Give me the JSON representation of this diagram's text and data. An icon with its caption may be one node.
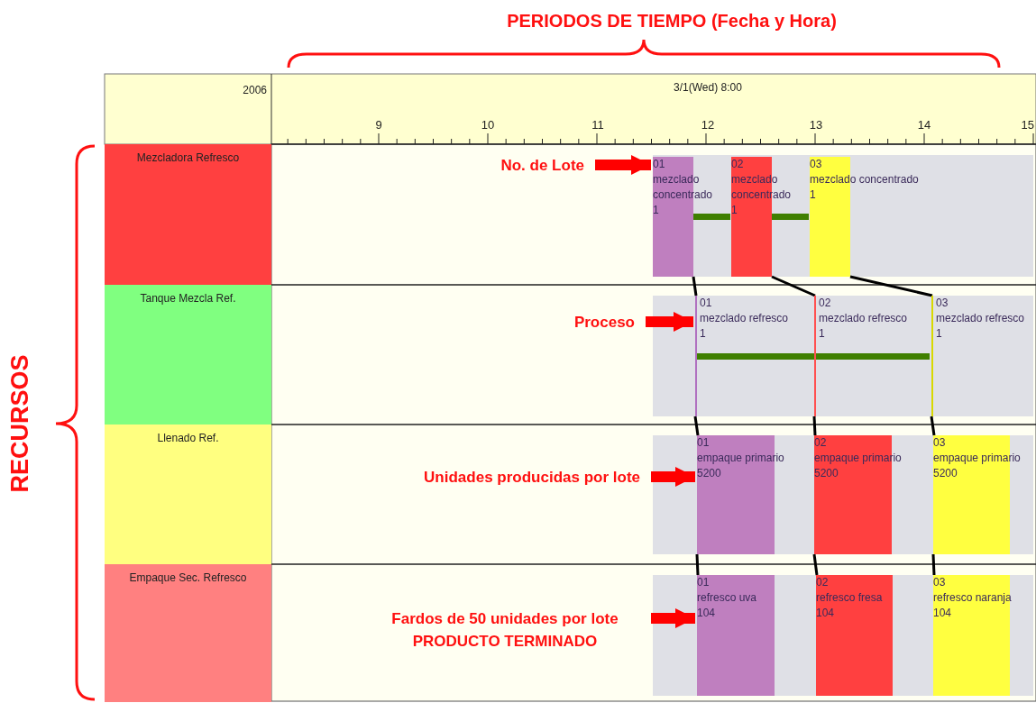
{
  "diagram": {
    "nodes": [
      {
        "text": [
          "Mezcladora Refresco"
        ]
      },
      {
        "text": [
          "Tanque Mezcla Ref."
        ]
      },
      {
        "text": [
          "Llenado Ref."
        ]
      },
      {
        "text": [
          "Empaque Sec. Refresco"
        ]
      },
      {
        "text": [
          "01",
          "mezclado concentrado",
          "1"
        ]
      },
      {
        "text": [
          "02",
          "mezclado concentrado",
          "1"
        ]
      },
      {
        "text": [
          "03",
          "mezclado concentrado",
          "1"
        ]
      },
      {
        "text": [
          "01",
          "mezclado refresco",
          "1"
        ]
      },
      {
        "text": [
          "02",
          "mezclado refresco",
          "1"
        ]
      },
      {
        "text": [
          "03",
          "mezclado refresco",
          "1"
        ]
      },
      {
        "text": [
          "01",
          "empaque primario",
          "5200"
        ]
      },
      {
        "text": [
          "02",
          "empaque primario",
          "5200"
        ]
      },
      {
        "text": [
          "03",
          "empaque primario",
          "5200"
        ]
      },
      {
        "text": [
          "01",
          "refresco uva",
          "104"
        ]
      },
      {
        "text": [
          "02",
          "refresco fresa",
          "104"
        ]
      },
      {
        "text": [
          "03",
          "refresco naranja",
          "104"
        ]
      },
      {
        "text": [
          "No. de Lote"
        ]
      },
      {
        "text": [
          "Proceso"
        ]
      },
      {
        "text": [
          "Unidades producidas por lote"
        ]
      },
      {
        "text": [
          "Fardos de 50 unidades por lote",
          "PRODUCTO TERMINADO"
        ]
      }
    ],
    "edges": [
      {
        "from": 16,
        "to": 4,
        "arrow": "to",
        "style": "thick",
        "color": "#ff0000"
      },
      {
        "from": 17,
        "to": 7,
        "arrow": "to",
        "style": "thick",
        "color": "#ff0000"
      },
      {
        "from": 18,
        "to": 10,
        "arrow": "to",
        "style": "thick",
        "color": "#ff0000"
      },
      {
        "from": 19,
        "to": 13,
        "arrow": "to",
        "style": "thick",
        "color": "#ff0000"
      },
      {
        "from": 4,
        "to": 7,
        "arrow": "none"
      },
      {
        "from": 5,
        "to": 8,
        "arrow": "none"
      },
      {
        "from": 6,
        "to": 9,
        "arrow": "none"
      },
      {
        "from": 7,
        "to": 10,
        "arrow": "none"
      },
      {
        "from": 8,
        "to": 11,
        "arrow": "none"
      },
      {
        "from": 9,
        "to": 12,
        "arrow": "none"
      },
      {
        "from": 10,
        "to": 13,
        "arrow": "none"
      },
      {
        "from": 11,
        "to": 14,
        "arrow": "none"
      },
      {
        "from": 12,
        "to": 15,
        "arrow": "none"
      }
    ],
    "labels": [
      "PERIODOS DE TIEMPO (Fecha y Hora)",
      "2006",
      "3/1(Wed) 8:00",
      "9",
      "10",
      "11",
      "12",
      "13",
      "14",
      "15",
      "RECURSOS"
    ]
  }
}
